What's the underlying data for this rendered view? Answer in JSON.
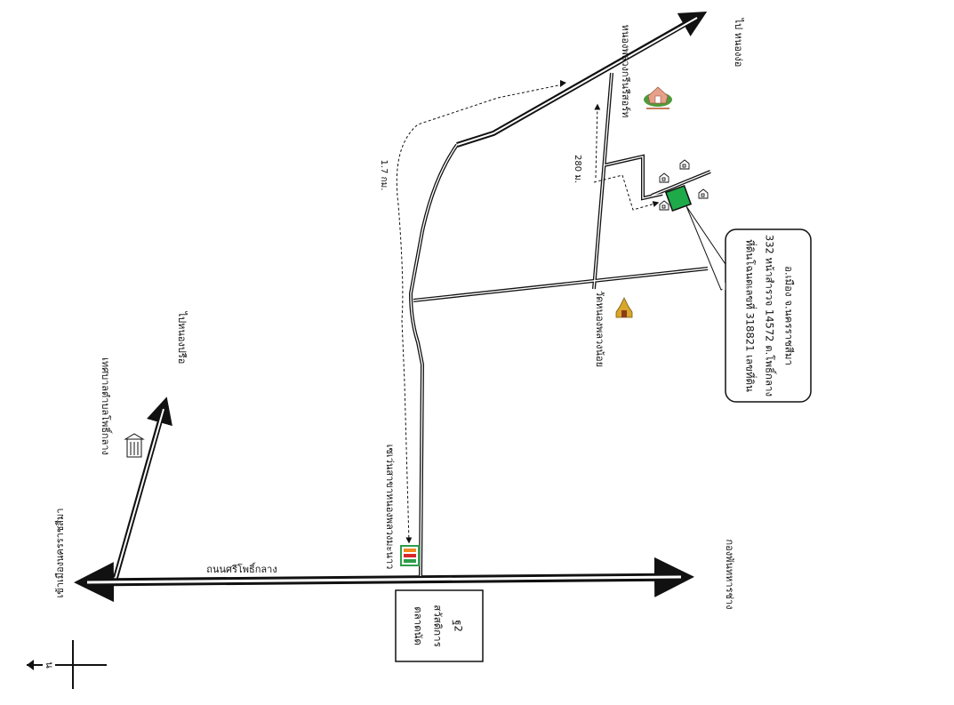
{
  "roads": {
    "main_road": "ถนนศรีโพธิ์กลาง",
    "to_city": "เข้าเมืองนครราชสีมา",
    "to_army": "กองพันทหารช่าง",
    "to_nong_rue": "ไปหนองปรือ",
    "to_nong_ngo": "ไป หนองง่อ"
  },
  "places": {
    "municipality": "เทศบาลตำบลโพธิ์กลาง",
    "store": "เซเว่นสาขาหนองพลวงมะนาว",
    "wat": "วัดหนองพลวงน้อย",
    "resort": "หนองพลวงกรีนรีสอร์ท",
    "market": [
      "ตลาดนัด",
      "สวัสดิการ",
      "ฐ2"
    ]
  },
  "distances": {
    "route_km": "1.7 กม.",
    "spur_m": "280 ม."
  },
  "land_info": [
    "ที่ดินโฉนดเลขที่ 318821 เลขที่ดิน",
    "332 หน้าสำรวจ 14572 ต.โพธิ์กลาง",
    "อ.เมือง จ.นครราชสีมา"
  ],
  "north": {
    "label": "น"
  },
  "colors": {
    "plot": "#1faa4a",
    "store_green": "#2e9d4a",
    "store_orange": "#f08a1e",
    "store_red": "#d8262c",
    "wat_gold": "#d8a62a",
    "resort_pink": "#e7a08a",
    "resort_green": "#4f9a3a"
  }
}
